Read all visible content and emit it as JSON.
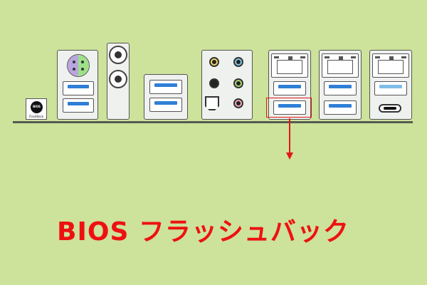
{
  "title": "BIOS フラッシュバック",
  "bios_flashback_logo": {
    "inner_text": "BIOS",
    "caption": "FlashBack"
  },
  "colors": {
    "background": "#cde29a",
    "accent": "#e01818",
    "usb3": "#2f7fd6",
    "ps2_keyboard": "#b9a6e0",
    "ps2_mouse": "#9ee08a",
    "audio_line_in": "#7fc8e6",
    "audio_line_out": "#a6d873",
    "audio_mic": "#f0a8b8",
    "audio_center": "#f0d66a"
  }
}
